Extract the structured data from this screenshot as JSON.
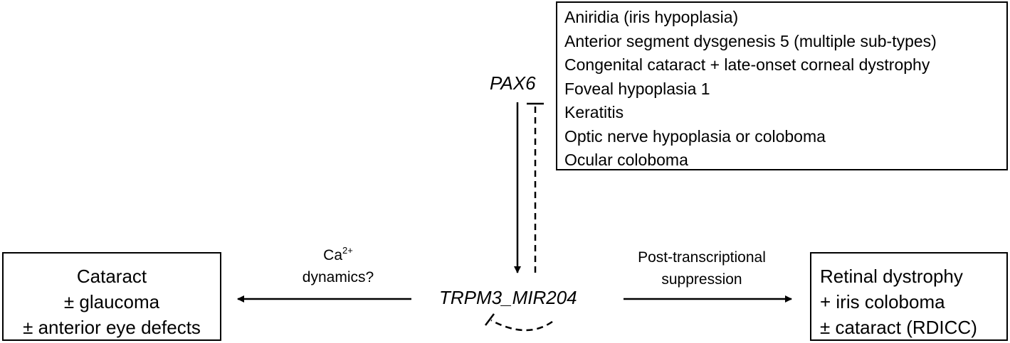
{
  "gene_label": "PAX6",
  "locus_label": "TRPM3_MIR204",
  "pax6_phenotypes": [
    "Aniridia (iris hypoplasia)",
    "Anterior segment dysgenesis 5 (multiple sub-types)",
    "Congenital cataract + late-onset corneal dystrophy",
    "Foveal hypoplasia 1",
    "Keratitis",
    "Optic nerve hypoplasia or coloboma",
    "Ocular coloboma"
  ],
  "left_edge_label": {
    "line1_base": "Ca",
    "line1_sup": "2+",
    "line2": "dynamics?"
  },
  "right_edge_label": {
    "line1": "Post-transcriptional",
    "line2": "suppression"
  },
  "left_phenotype": [
    "Cataract",
    "± glaucoma",
    "± anterior eye defects"
  ],
  "right_phenotype": [
    "Retinal dystrophy",
    "+ iris coloboma",
    "± cataract (RDICC)"
  ]
}
